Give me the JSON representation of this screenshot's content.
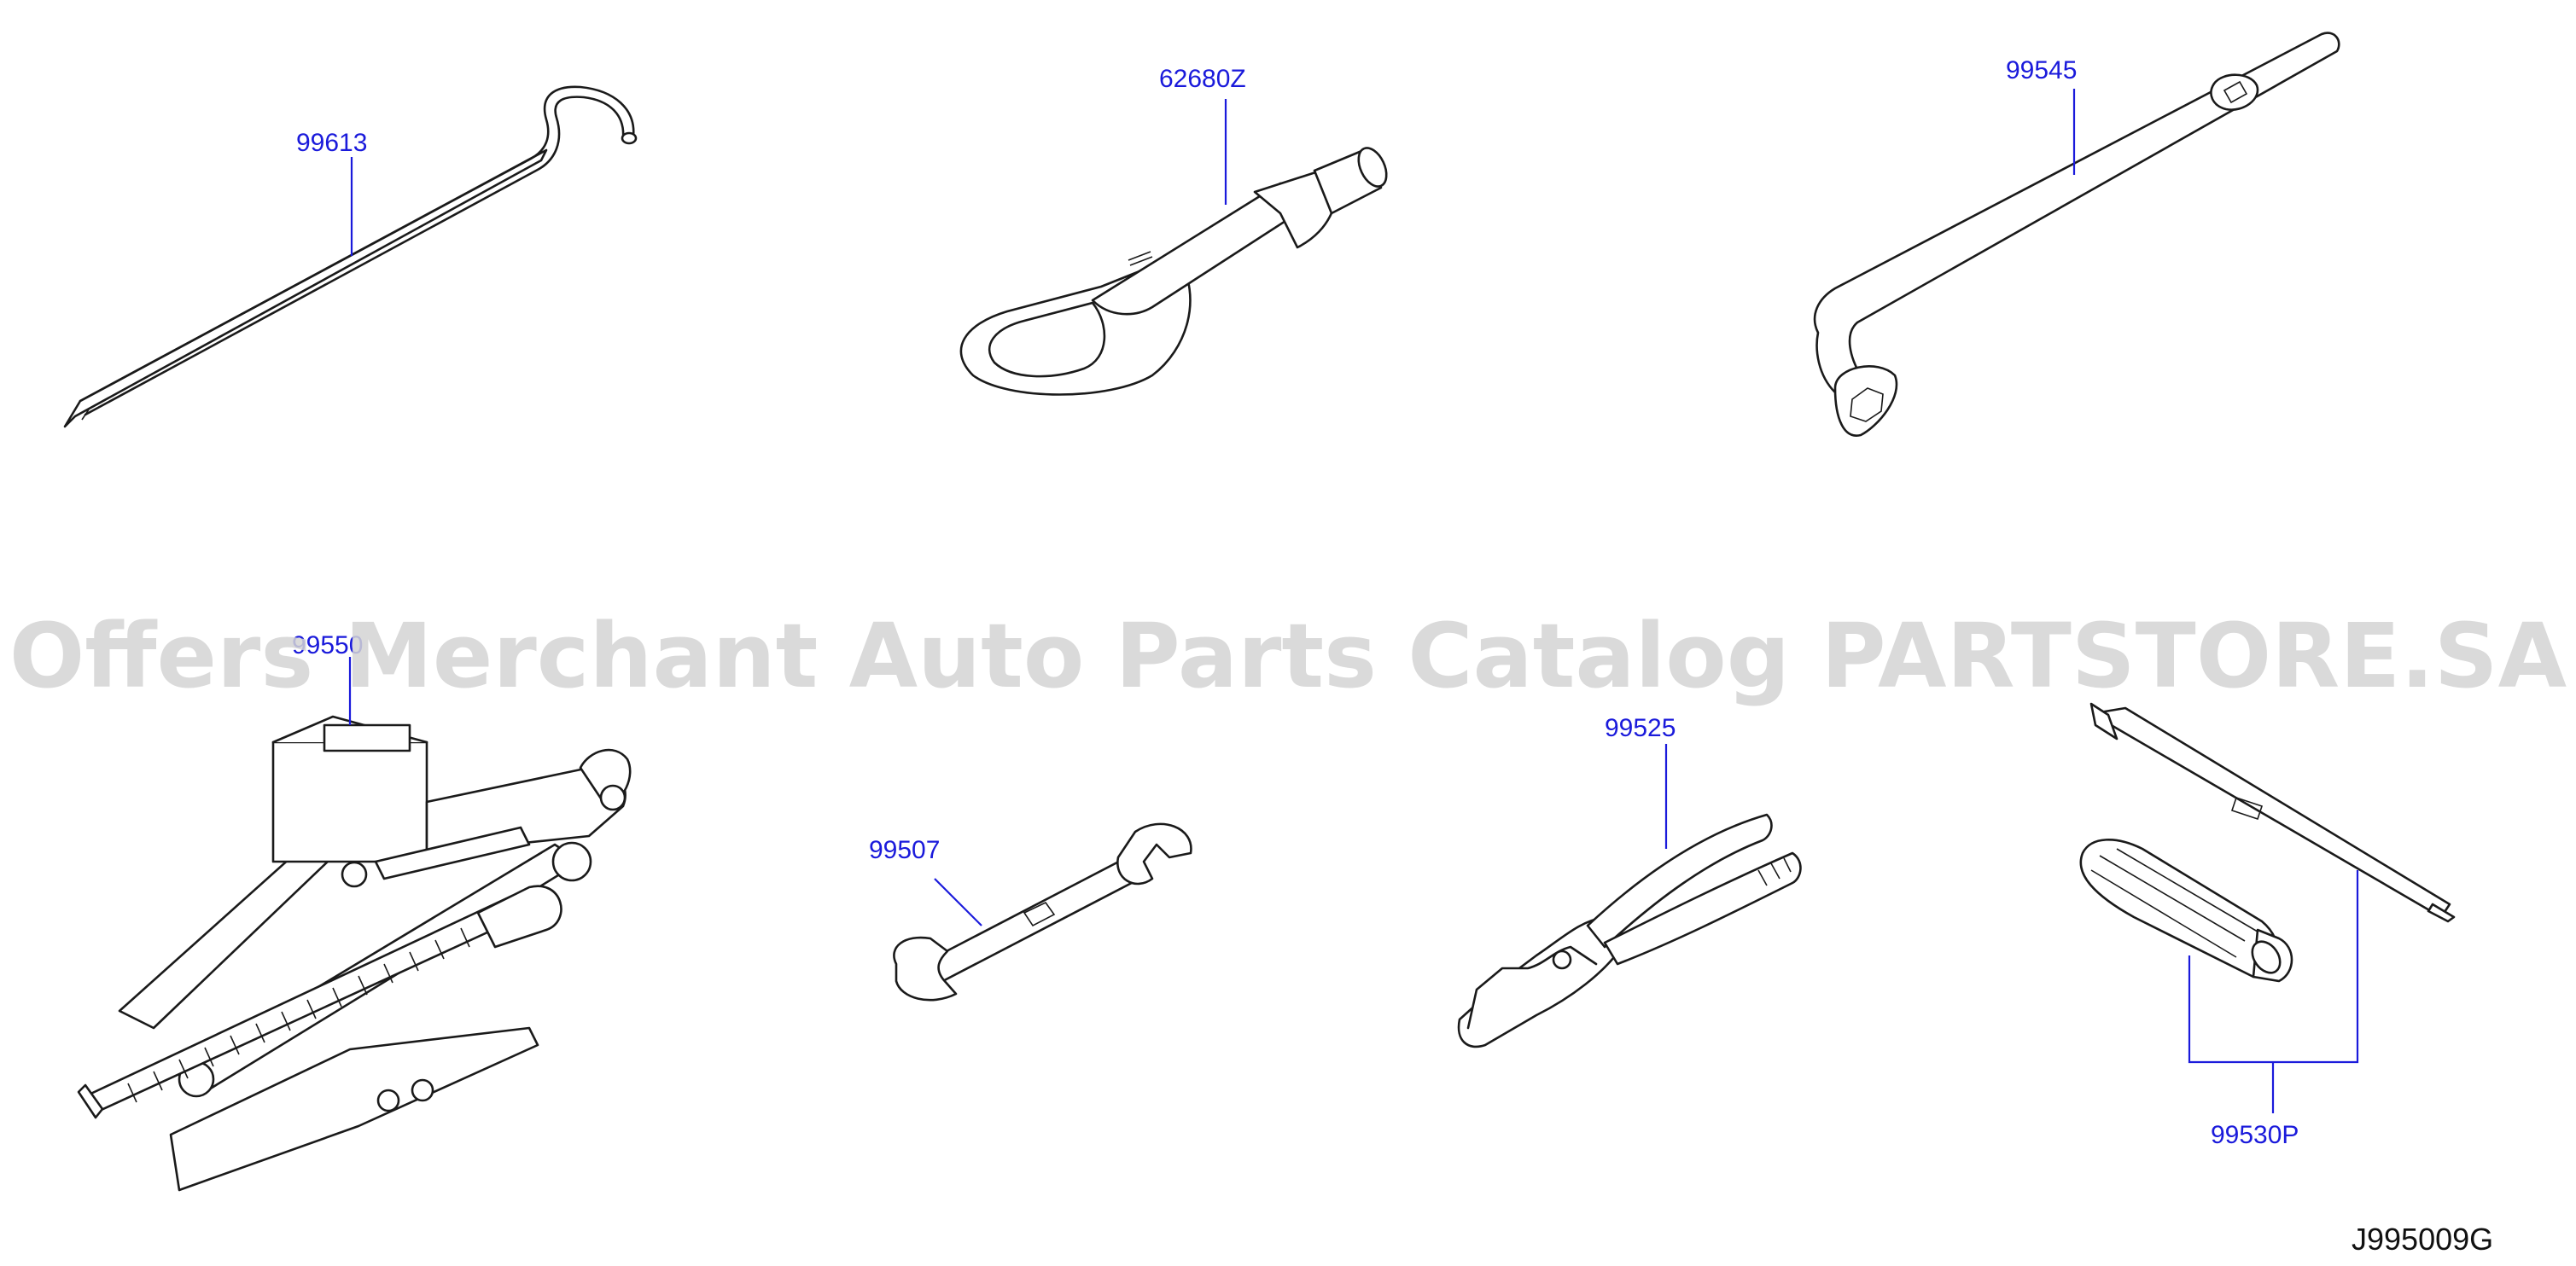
{
  "watermark": "Offers Merchant Auto Parts Catalog PARTSTORE.SA",
  "diagram_code": "J995009G",
  "parts": {
    "hook_rod": {
      "label": "99613"
    },
    "tow_hook": {
      "label": "62680Z"
    },
    "lug_wrench": {
      "label": "99545"
    },
    "jack": {
      "label": "99550"
    },
    "spanner": {
      "label": "99507"
    },
    "pliers": {
      "label": "99525"
    },
    "screwdriver_set": {
      "label": "99530P"
    }
  },
  "colors": {
    "label": "#1a1adb",
    "line_art": "#1a1a1a",
    "watermark": "#d4d4d4"
  }
}
